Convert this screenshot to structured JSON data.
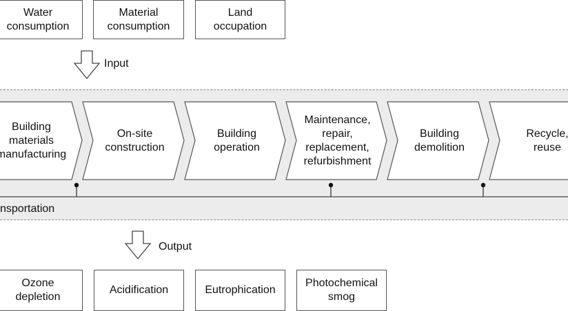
{
  "inputs": [
    {
      "label": "Water\nconsumption"
    },
    {
      "label": "Material\nconsumption"
    },
    {
      "label": "Land\noccupation"
    }
  ],
  "input_label": "Input",
  "stages": [
    {
      "label": "Building\nmaterials\nmanufacturing"
    },
    {
      "label": "On-site\nconstruction"
    },
    {
      "label": "Building\noperation"
    },
    {
      "label": "Maintenance,\nrepair,\nreplacement,\nrefurbishment"
    },
    {
      "label": "Building\ndemolition"
    },
    {
      "label": "Recycle,\nreuse"
    }
  ],
  "transport_label": "nsportation",
  "output_label": "Output",
  "outputs": [
    {
      "label": "Ozone\ndepletion"
    },
    {
      "label": "Acidification"
    },
    {
      "label": "Eutrophication"
    },
    {
      "label": "Photochemical\nsmog"
    }
  ]
}
